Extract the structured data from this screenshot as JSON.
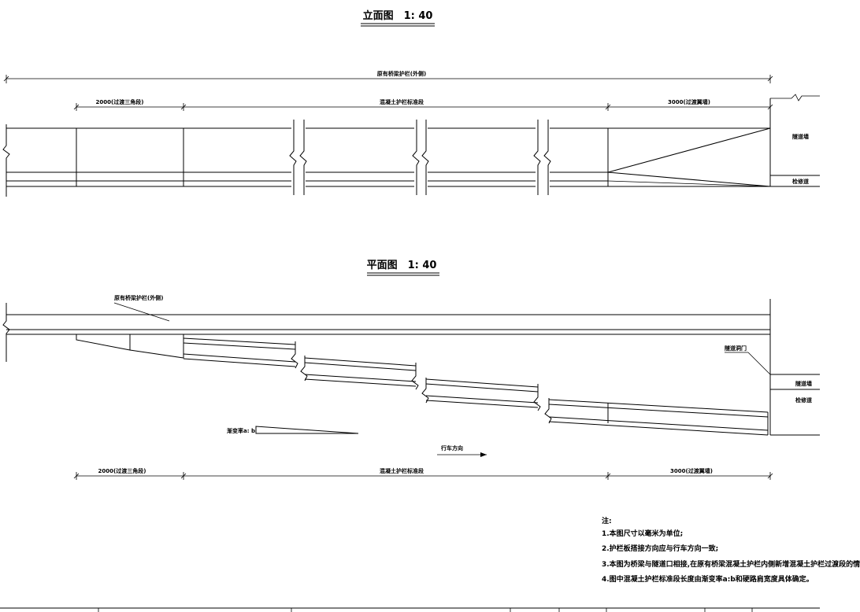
{
  "elevation": {
    "title": "立面图　1: 40",
    "dim_total": "原有桥梁护栏(外侧)",
    "dim_left": "2000(过渡三角段)",
    "dim_mid": "混凝土护栏标准段",
    "dim_right": "3000(过渡翼墙)",
    "label_tunnel": "隧道墙",
    "label_walkway": "检修道"
  },
  "plan": {
    "title": "平面图　1: 40",
    "label_orig": "原有桥梁护栏(外侧)",
    "label_portal": "隧道洞门",
    "label_tunnel": "隧道墙",
    "label_walkway": "检修道",
    "label_taper": "渐变率a: b",
    "label_direction": "行车方向",
    "dim_left": "2000(过渡三角段)",
    "dim_mid": "混凝土护栏标准段",
    "dim_right": "3000(过渡翼墙)"
  },
  "notes": {
    "heading": "注:",
    "items": [
      "1.本图尺寸以毫米为单位;",
      "2.护栏板搭接方向应与行车方向一致;",
      "3.本图为桥梁与隧道口相接,在原有桥梁混凝土护栏内侧新增混凝土护栏过渡段的情",
      "4.图中混凝土护栏标准段长度由渐变率a:b和硬路肩宽度具体确定。"
    ]
  }
}
